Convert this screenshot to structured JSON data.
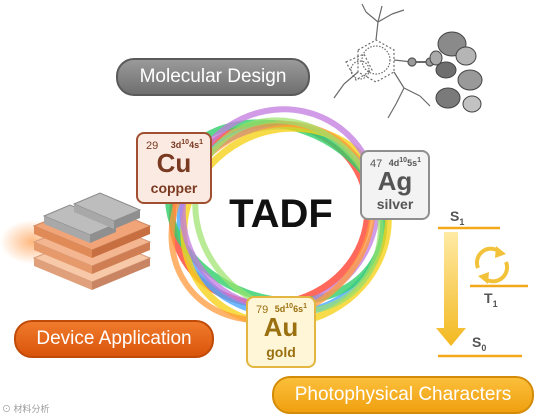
{
  "labels": {
    "molecular_design": "Molecular Design",
    "device_application": "Device Application",
    "photophysical_characters": "Photophysical Characters",
    "center": "TADF"
  },
  "elements": {
    "cu": {
      "number": "29",
      "config_base": "3d",
      "config_sup1": "10",
      "config_mid": "4s",
      "config_sup2": "1",
      "symbol": "Cu",
      "name": "copper"
    },
    "ag": {
      "number": "47",
      "config_base": "4d",
      "config_sup1": "10",
      "config_mid": "5s",
      "config_sup2": "1",
      "symbol": "Ag",
      "name": "silver"
    },
    "au": {
      "number": "79",
      "config_base": "5d",
      "config_sup1": "10",
      "config_mid": "6s",
      "config_sup2": "1",
      "symbol": "Au",
      "name": "gold"
    }
  },
  "energy_levels": {
    "s1_base": "S",
    "s1_sub": "1",
    "t1_base": "T",
    "t1_sub": "1",
    "s0_base": "S",
    "s0_sub": "0"
  },
  "watermark": "⊙ 材料分析",
  "colors": {
    "rings": [
      "#ff4d3d",
      "#4aa8ff",
      "#2fd06a",
      "#f6d21a",
      "#c27adf",
      "#ff9a3c",
      "#9be36b"
    ],
    "copper": "#a05030",
    "silver": "#8f8f8f",
    "gold": "#e2b640",
    "orange_pill": "#e0600f",
    "yellow_pill": "#f5ae1e",
    "gray_pill": "#7a7a7a"
  }
}
